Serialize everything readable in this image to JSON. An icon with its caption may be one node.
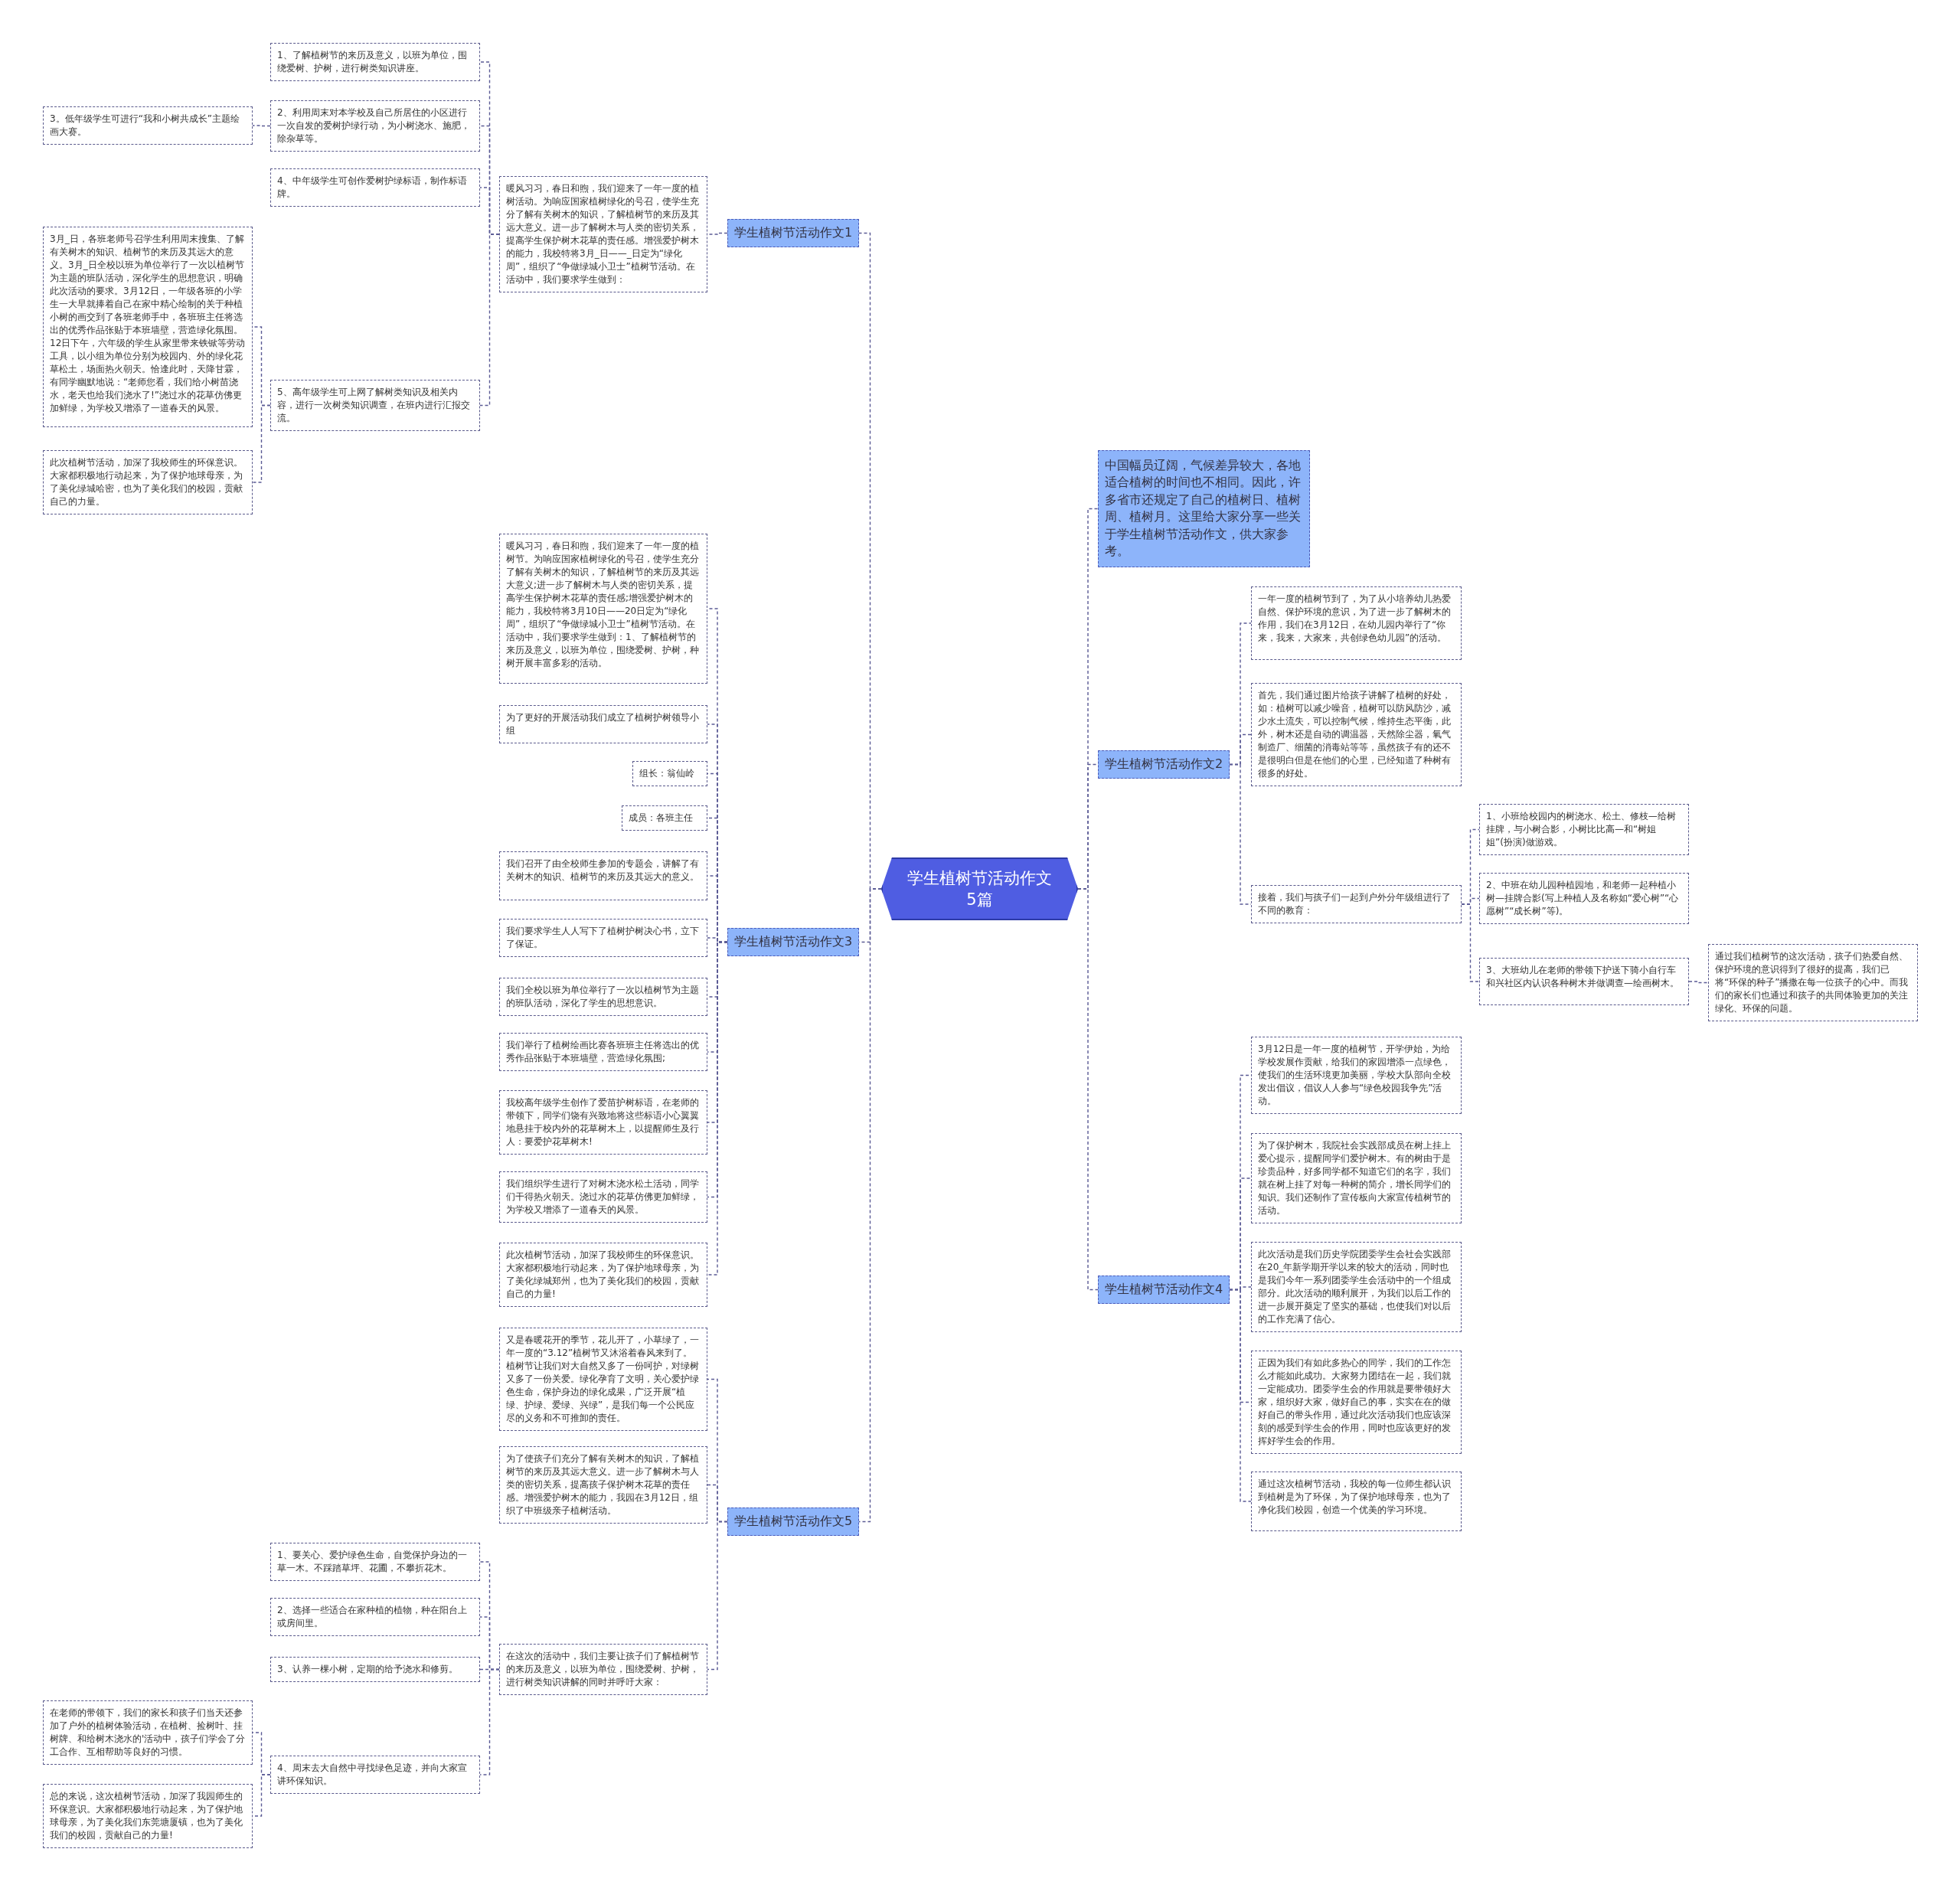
{
  "diagram": {
    "nodes": [
      {
        "text": [
          "学生植树节活动作文5篇"
        ]
      },
      {
        "text": [
          "学生植树节活动作文1"
        ]
      },
      {
        "text": [
          "暖风习习，春日和煦，我们迎来了一年一度的植树活动。为响应国家植树绿化的号召，使学生充分了解有关树木的知识，了解植树节的来历及其远大意义。进一步了解树木与人类的密切关系，提高学生保护树木花草的责任感。增强爱护树木的能力，我校特将3月_日——_日定为“绿化周”，组织了“争做绿城小卫士”植树节活动。在活动中，我们要求学生做到："
        ]
      },
      {
        "text": [
          "1、了解植树节的来历及意义，以班为单位，围绕爱树、护树，进行树类知识讲座。"
        ]
      },
      {
        "text": [
          "2、利用周末对本学校及自己所居住的小区进行一次自发的爱树护绿行动，为小树浇水、施肥，除杂草等。"
        ]
      },
      {
        "text": [
          "3。低年级学生可进行“我和小树共成长”主题绘画大赛。"
        ]
      },
      {
        "text": [
          "4、中年级学生可创作爱树护绿标语，制作标语牌。"
        ]
      },
      {
        "text": [
          "5、高年级学生可上网了解树类知识及相关内容，进行一次树类知识调查，在班内进行汇报交流。"
        ]
      },
      {
        "text": [
          "3月_日，各班老师号召学生利用周末搜集、了解有关树木的知识、植树节的来历及其远大的意义。3月_日全校以班为单位举行了一次以植树节为主题的班队活动，深化学生的思想意识，明确此次活动的要求。3月12日，一年级各班的小学生一大早就捧着自己在家中精心绘制的关于种植小树的画交到了各班老师手中，各班班主任将选出的优秀作品张贴于本班墙壁，营造绿化氛围。 12日下午，六年级的学生从家里带来铁锨等劳动工具，以小组为单位分别为校园内、外的绿化花草松土，场面热火朝天。恰逢此时，天降甘霖，有同学幽默地说：“老师您看，我们给小树苗浇水，老天也给我们浇水了!”浇过水的花草仿佛更加鲜绿，为学校又增添了一道春天的风景。"
        ]
      },
      {
        "text": [
          "此次植树节活动，加深了我校师生的环保意识。大家都积极地行动起来，为了保护地球母亲，为了美化绿城哈密，也为了美化我们的校园，贡献自己的力量。"
        ]
      },
      {
        "text": [
          "学生植树节活动作文3"
        ]
      },
      {
        "text": [
          "暖风习习，春日和煦，我们迎来了一年一度的植树节。为响应国家植树绿化的号召，使学生充分了解有关树木的知识，了解植树节的来历及其远大意义;进一步了解树木与人类的密切关系，提高学生保护树木花草的责任感;增强爱护树木的能力，我校特将3月10日——20日定为“绿化周”，组织了“争做绿城小卫士”植树节活动。在活动中，我们要求学生做到：1、了解植树节的来历及意义，以班为单位，围绕爱树、护树，种树开展丰富多彩的活动。"
        ]
      },
      {
        "text": [
          "为了更好的开展活动我们成立了植树护树领导小组"
        ]
      },
      {
        "text": [
          "组长：翁仙岭"
        ]
      },
      {
        "text": [
          "成员：各班主任"
        ]
      },
      {
        "text": [
          "我们召开了由全校师生参加的专题会，讲解了有关树木的知识、植树节的来历及其远大的意义。"
        ]
      },
      {
        "text": [
          "我们要求学生人人写下了植树护树决心书，立下了保证。"
        ]
      },
      {
        "text": [
          "我们全校以班为单位举行了一次以植树节为主题的班队活动，深化了学生的思想意识。"
        ]
      },
      {
        "text": [
          "我们举行了植树绘画比赛各班班主任将选出的优秀作品张贴于本班墙壁，营造绿化氛围;"
        ]
      },
      {
        "text": [
          "我校高年级学生创作了爱苗护树标语，在老师的带领下，同学们饶有兴致地将这些标语小心翼翼地悬挂于校内外的花草树木上，以提醒师生及行人：要爱护花草树木!"
        ]
      },
      {
        "text": [
          "我们组织学生进行了对树木浇水松土活动，同学们干得热火朝天。浇过水的花草仿佛更加鲜绿，为学校又增添了一道春天的风景。"
        ]
      },
      {
        "text": [
          "此次植树节活动，加深了我校师生的环保意识。大家都积极地行动起来，为了保护地球母亲，为了美化绿城郑州，也为了美化我们的校园，贡献自己的力量!"
        ]
      },
      {
        "text": [
          "学生植树节活动作文5"
        ]
      },
      {
        "text": [
          "又是春暖花开的季节，花儿开了，小草绿了，一年一度的“3.12”植树节又沐浴着春风来到了。植树节让我们对大自然又多了一份呵护，对绿树又多了一份关爱。绿化孕育了文明，关心爱护绿色生命，保护身边的绿化成果，广泛开展“植绿、护绿、爱绿、兴绿”，是我们每一个公民应尽的义务和不可推卸的责任。"
        ]
      },
      {
        "text": [
          "为了使孩子们充分了解有关树木的知识，了解植树节的来历及其远大意义。进一步了解树木与人类的密切关系，提高孩子保护树木花草的责任感。增强爱护树木的能力，我园在3月12日，组织了中班级亲子植树活动。"
        ]
      },
      {
        "text": [
          "在这次的活动中，我们主要让孩子们了解植树节的来历及意义，以班为单位，围绕爱树、护树，进行树类知识讲解的同时并呼吁大家："
        ]
      },
      {
        "text": [
          "1、要关心、爱护绿色生命，自觉保护身边的一草一木。不踩踏草坪、花圃，不攀折花木。"
        ]
      },
      {
        "text": [
          "2、选择一些适合在家种植的植物，种在阳台上或房间里。"
        ]
      },
      {
        "text": [
          "3、认养一棵小树，定期的给予浇水和修剪。"
        ]
      },
      {
        "text": [
          "4、周末去大自然中寻找绿色足迹，并向大家宣讲环保知识。"
        ]
      },
      {
        "text": [
          "在老师的带领下，我们的家长和孩子们当天还参加了户外的植树体验活动，在植树、捡树叶、挂树牌、和给树木浇水的'活动中，孩子们学会了分工合作、互相帮助等良好的习惯。"
        ]
      },
      {
        "text": [
          "总的来说，这次植树节活动，加深了我园师生的环保意识。大家都积极地行动起来，为了保护地球母亲，为了美化我们东莞塘厦镇，也为了美化我们的校园，贡献自己的力量!"
        ]
      },
      {
        "text": [
          "中国幅员辽阔，气候差异较大，各地适合植树的时间也不相同。因此，许多省市还规定了自己的植树日、植树周、植树月。这里给大家分享一些关于学生植树节活动作文，供大家参考。"
        ]
      },
      {
        "text": [
          "学生植树节活动作文2"
        ]
      },
      {
        "text": [
          "一年一度的植树节到了，为了从小培养幼儿热爱自然、保护环境的意识，为了进一步了解树木的作用，我们在3月12日，在幼儿园内举行了“你来，我来，大家来，共创绿色幼儿园”的活动。"
        ]
      },
      {
        "text": [
          "首先，我们通过图片给孩子讲解了植树的好处，如：植树可以减少噪音，植树可以防风防沙，减少水土流失，可以控制气候，维持生态平衡，此外，树木还是自动的调温器，天然除尘器，氧气制造厂、细菌的消毒站等等，虽然孩子有的还不是很明白但是在他们的心里，已经知道了种树有很多的好处。"
        ]
      },
      {
        "text": [
          "接着，我们与孩子们一起到户外分年级组进行了不同的教育："
        ]
      },
      {
        "text": [
          "1、小班给校园内的树浇水、松土、修枝—给树挂牌，与小树合影，小树比比高—和“树姐姐”(扮演)做游戏。"
        ]
      },
      {
        "text": [
          "2、中班在幼儿园种植园地，和老师一起种植小树—挂牌合影(写上种植人及名称如“爱心树”“心愿树”“成长树”等)。"
        ]
      },
      {
        "text": [
          "3、大班幼儿在老师的带领下护送下骑小自行车和兴社区内认识各种树木并做调查—绘画树木。"
        ]
      },
      {
        "text": [
          "通过我们植树节的这次活动，孩子们热爱自然、保护环境的意识得到了很好的提高，我们已将“环保的种子”播撒在每一位孩子的心中。而我们的家长们也通过和孩子的共同体验更加的关注绿化、环保的问题。"
        ]
      },
      {
        "text": [
          "学生植树节活动作文4"
        ]
      },
      {
        "text": [
          "3月12日是一年一度的植树节，开学伊始，为给学校发展作贡献，给我们的家园增添一点绿色，使我们的生活环境更加美丽，学校大队部向全校发出倡议，倡议人人参与“绿色校园我争先”活动。"
        ]
      },
      {
        "text": [
          "为了保护树木，我院社会实践部成员在树上挂上爱心提示，提醒同学们爱护树木。有的树由于是珍贵品种，好多同学都不知道它们的名字，我们就在树上挂了对每一种树的简介，增长同学们的知识。我们还制作了宣传板向大家宣传植树节的活动。"
        ]
      },
      {
        "text": [
          "此次活动是我们历史学院团委学生会社会实践部在20_年新学期开学以来的较大的活动，同时也是我们今年一系列团委学生会活动中的一个组成部分。此次活动的顺利展开，为我们以后工作的进一步展开奠定了坚实的基础，也使我们对以后的工作充满了信心。"
        ]
      },
      {
        "text": [
          "正因为我们有如此多热心的同学，我们的工作怎么才能如此成功。大家努力团结在一起，我们就一定能成功。团委学生会的作用就是要带领好大家，组织好大家，做好自己的事，实实在在的做好自己的带头作用，通过此次活动我们也应该深刻的感受到学生会的作用，同时也应该更好的发挥好学生会的作用。"
        ]
      },
      {
        "text": [
          "通过这次植树节活动，我校的每一位师生都认识到植树是为了环保，为了保护地球母亲，也为了净化我们校园，创造一个优美的学习环境。"
        ]
      }
    ],
    "edges": [
      {
        "from": 0,
        "to": 1,
        "arrow": "none"
      },
      {
        "from": 1,
        "to": 2,
        "arrow": "none"
      },
      {
        "from": 2,
        "to": 3,
        "arrow": "none"
      },
      {
        "from": 2,
        "to": 4,
        "arrow": "none"
      },
      {
        "from": 4,
        "to": 5,
        "arrow": "none"
      },
      {
        "from": 2,
        "to": 6,
        "arrow": "none"
      },
      {
        "from": 2,
        "to": 7,
        "arrow": "none"
      },
      {
        "from": 7,
        "to": 8,
        "arrow": "none"
      },
      {
        "from": 7,
        "to": 9,
        "arrow": "none"
      },
      {
        "from": 0,
        "to": 10,
        "arrow": "none"
      },
      {
        "from": 10,
        "to": 11,
        "arrow": "none"
      },
      {
        "from": 10,
        "to": 12,
        "arrow": "none"
      },
      {
        "from": 10,
        "to": 13,
        "arrow": "none"
      },
      {
        "from": 10,
        "to": 14,
        "arrow": "none"
      },
      {
        "from": 10,
        "to": 15,
        "arrow": "none"
      },
      {
        "from": 10,
        "to": 16,
        "arrow": "none"
      },
      {
        "from": 10,
        "to": 17,
        "arrow": "none"
      },
      {
        "from": 10,
        "to": 18,
        "arrow": "none"
      },
      {
        "from": 10,
        "to": 19,
        "arrow": "none"
      },
      {
        "from": 10,
        "to": 20,
        "arrow": "none"
      },
      {
        "from": 10,
        "to": 21,
        "arrow": "none"
      },
      {
        "from": 0,
        "to": 22,
        "arrow": "none"
      },
      {
        "from": 22,
        "to": 23,
        "arrow": "none"
      },
      {
        "from": 22,
        "to": 24,
        "arrow": "none"
      },
      {
        "from": 22,
        "to": 25,
        "arrow": "none"
      },
      {
        "from": 25,
        "to": 26,
        "arrow": "none"
      },
      {
        "from": 25,
        "to": 27,
        "arrow": "none"
      },
      {
        "from": 25,
        "to": 28,
        "arrow": "none"
      },
      {
        "from": 25,
        "to": 29,
        "arrow": "none"
      },
      {
        "from": 29,
        "to": 30,
        "arrow": "none"
      },
      {
        "from": 29,
        "to": 31,
        "arrow": "none"
      },
      {
        "from": 0,
        "to": 32,
        "arrow": "none"
      },
      {
        "from": 0,
        "to": 33,
        "arrow": "none"
      },
      {
        "from": 33,
        "to": 34,
        "arrow": "none"
      },
      {
        "from": 33,
        "to": 35,
        "arrow": "none"
      },
      {
        "from": 33,
        "to": 36,
        "arrow": "none"
      },
      {
        "from": 36,
        "to": 37,
        "arrow": "none"
      },
      {
        "from": 36,
        "to": 38,
        "arrow": "none"
      },
      {
        "from": 36,
        "to": 39,
        "arrow": "none"
      },
      {
        "from": 39,
        "to": 40,
        "arrow": "none"
      },
      {
        "from": 0,
        "to": 41,
        "arrow": "none"
      },
      {
        "from": 41,
        "to": 42,
        "arrow": "none"
      },
      {
        "from": 41,
        "to": 43,
        "arrow": "none"
      },
      {
        "from": 41,
        "to": 44,
        "arrow": "none"
      },
      {
        "from": 41,
        "to": 45,
        "arrow": "none"
      },
      {
        "from": 41,
        "to": 46,
        "arrow": "none"
      }
    ]
  }
}
